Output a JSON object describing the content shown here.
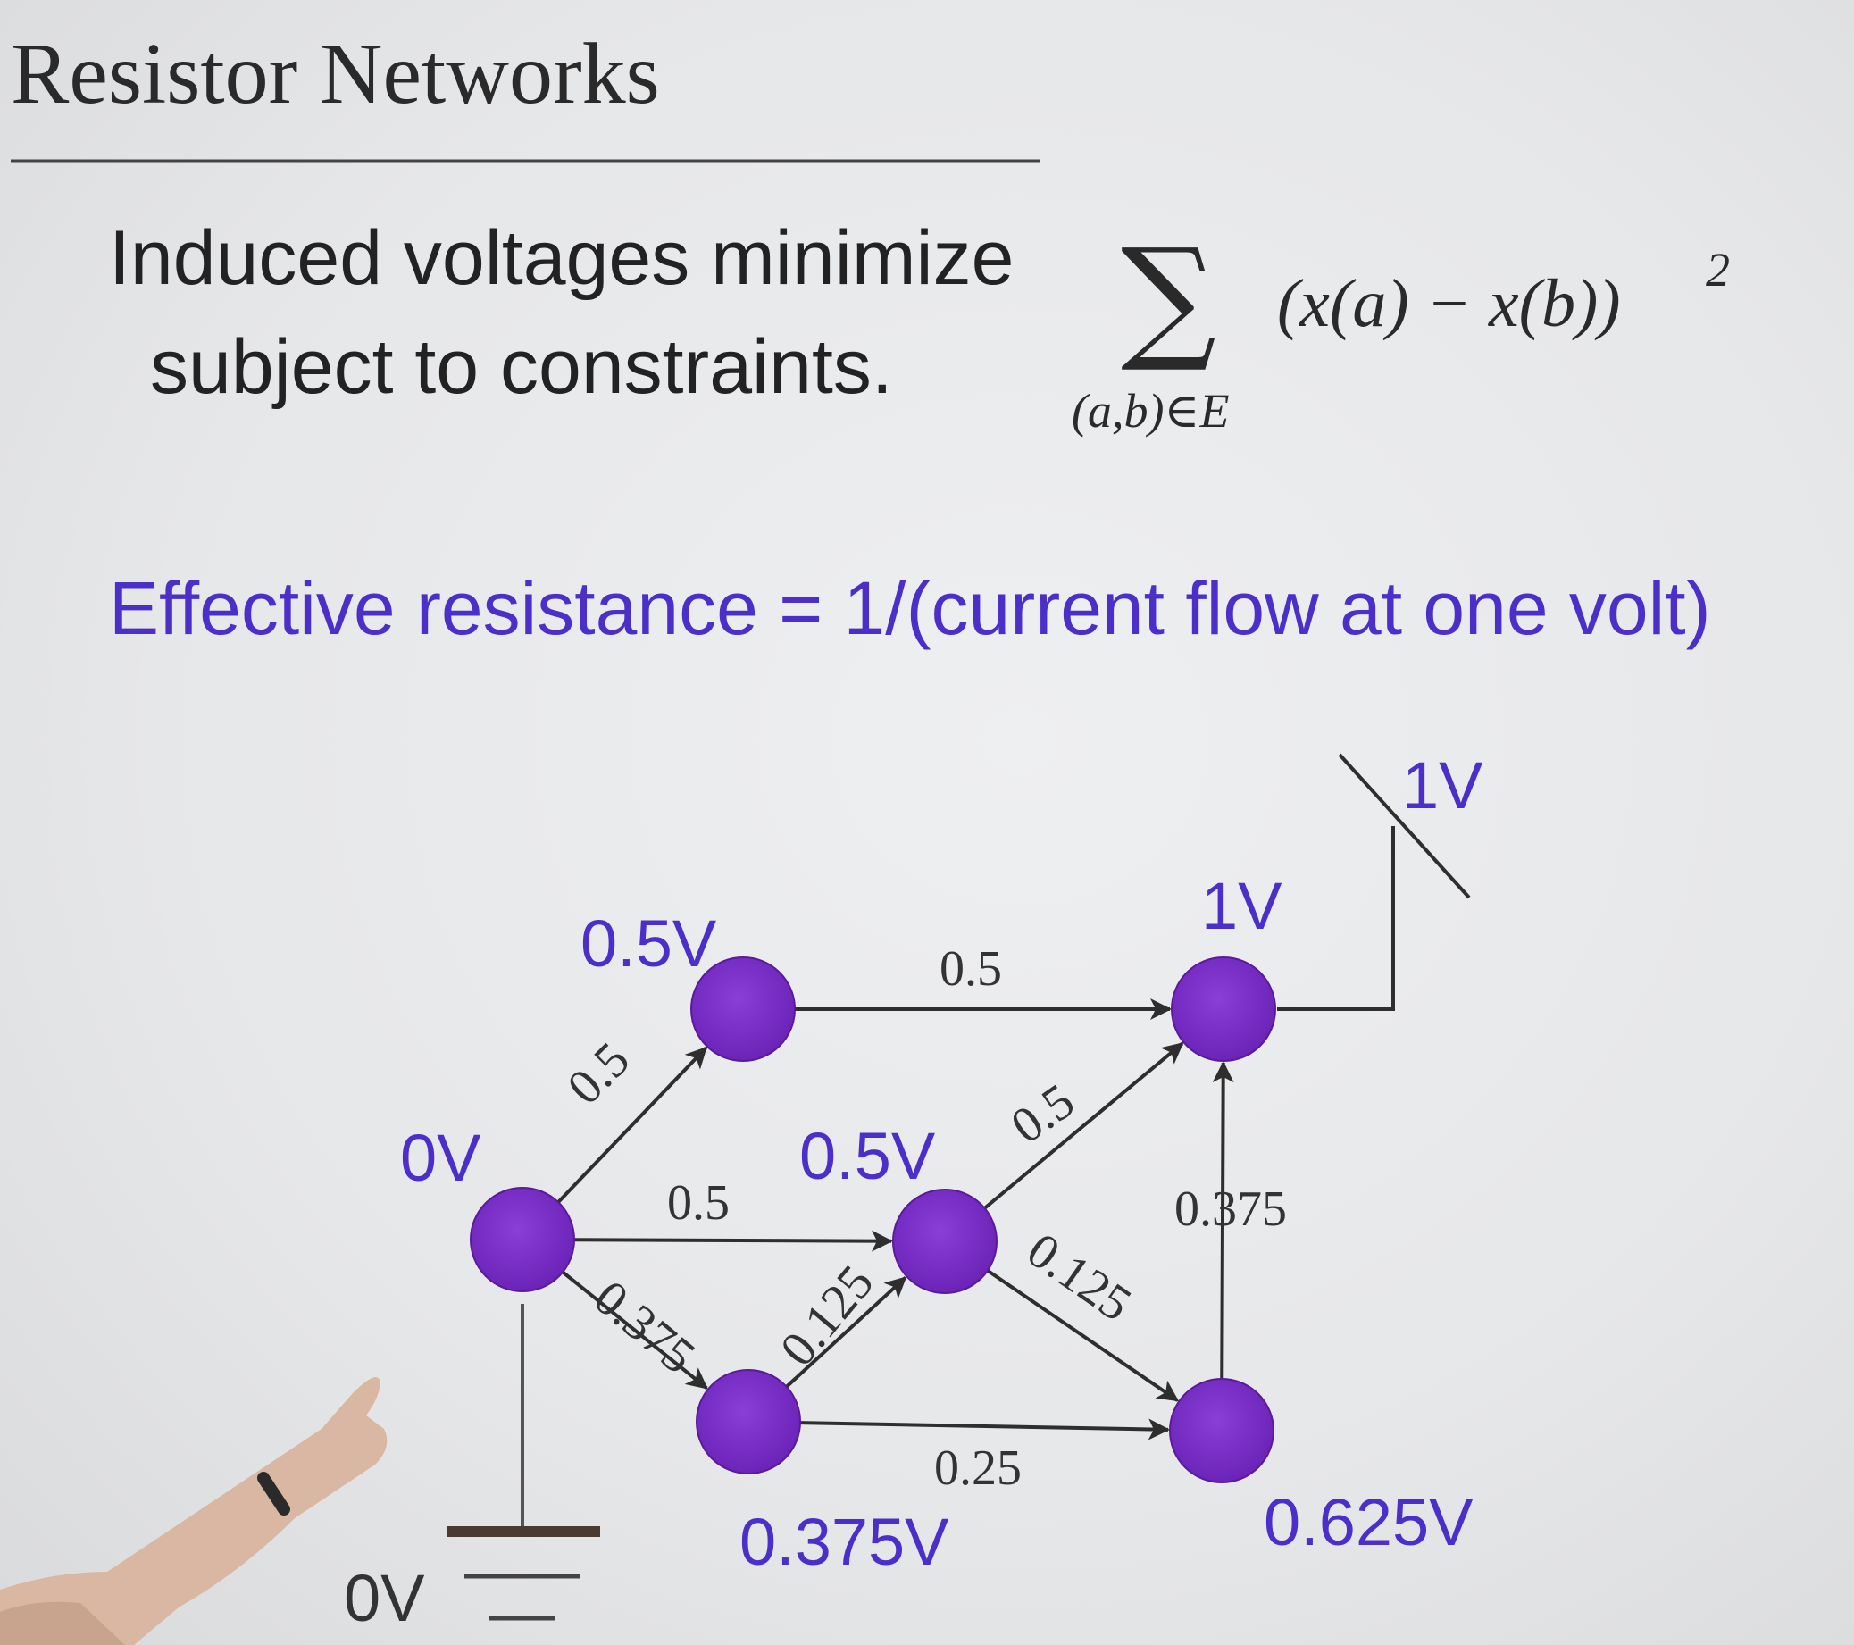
{
  "slide": {
    "title": "Resistor Networks",
    "line1": "Induced voltages minimize",
    "line2": "subject to constraints.",
    "formula": {
      "expression": "(x(a) − x(b))",
      "exponent": "2",
      "subscript": "(a,b)∈E"
    },
    "effective_resistance": "Effective resistance = 1/(current flow at one volt)"
  },
  "network": {
    "nodes": [
      {
        "id": "s",
        "label": "0V"
      },
      {
        "id": "t",
        "label": "0.5V"
      },
      {
        "id": "m",
        "label": "0.5V"
      },
      {
        "id": "b",
        "label": "0.375V"
      },
      {
        "id": "d",
        "label": "0.625V"
      },
      {
        "id": "e",
        "label": "1V"
      }
    ],
    "edges": [
      {
        "from": "s",
        "to": "t",
        "label": "0.5"
      },
      {
        "from": "s",
        "to": "m",
        "label": "0.5"
      },
      {
        "from": "s",
        "to": "b",
        "label": "0.375"
      },
      {
        "from": "b",
        "to": "m",
        "label": "0.125"
      },
      {
        "from": "b",
        "to": "d",
        "label": "0.25"
      },
      {
        "from": "m",
        "to": "d",
        "label": "0.125"
      },
      {
        "from": "m",
        "to": "e",
        "label": "0.5"
      },
      {
        "from": "t",
        "to": "e",
        "label": "0.5"
      },
      {
        "from": "d",
        "to": "e",
        "label": "0.375"
      }
    ],
    "source_label": "1V",
    "ground_label": "0V"
  },
  "colors": {
    "node_fill": "#7b2fc7",
    "accent": "#4b2fc8",
    "edge": "#2e2e2e"
  }
}
